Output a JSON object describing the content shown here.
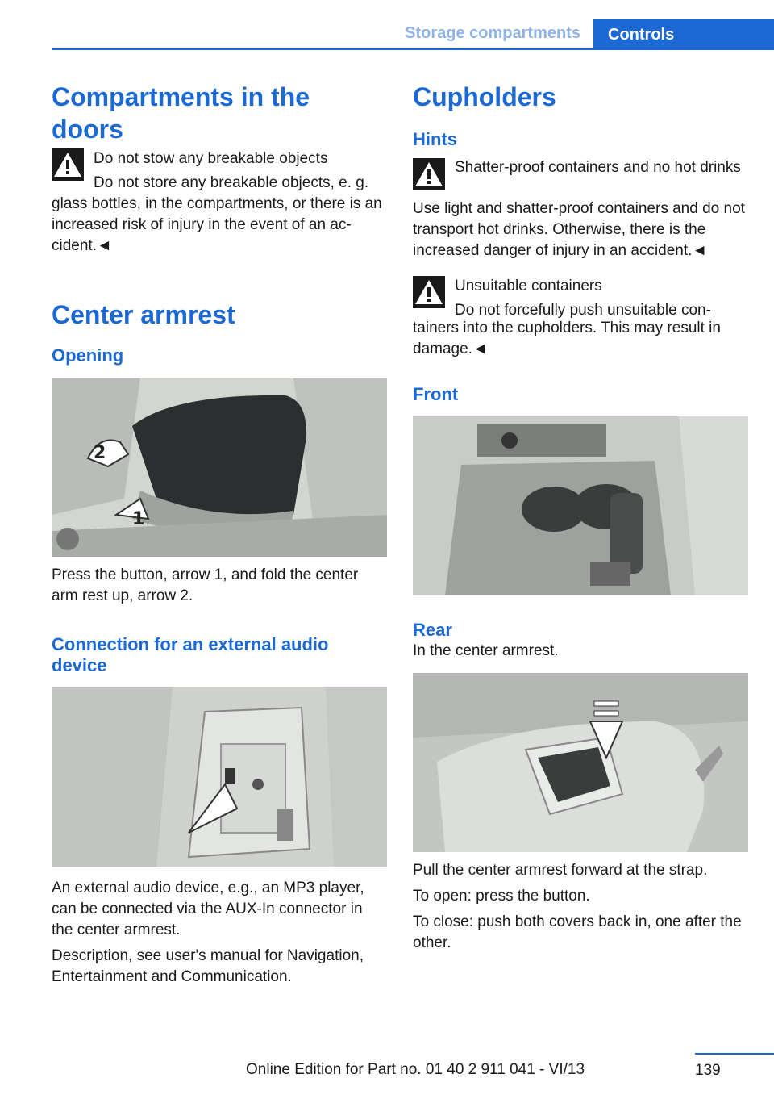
{
  "header": {
    "section": "Storage compartments",
    "tab": "Controls"
  },
  "left": {
    "doors": {
      "title": "Compartments in the doors",
      "warning_title": "Do not stow any breakable objects",
      "warning_text_1": "Do not store any breakable objects, e. g.",
      "warning_text_2": "glass bottles, in the compartments, or there is an increased risk of injury in the event of an ac-cident.◄"
    },
    "armrest": {
      "title": "Center armrest",
      "opening_title": "Opening",
      "opening_text": "Press the button, arrow 1, and fold the center arm rest up, arrow 2.",
      "aux_title": "Connection for an external audio device",
      "aux_text": "An external audio device, e.g., an MP3 player, can be connected via the AUX-In connector in the center armrest.",
      "aux_desc": "Description, see user's manual for Navigation, Entertainment and Communication."
    }
  },
  "right": {
    "title": "Cupholders",
    "hints_title": "Hints",
    "warn1_title": "Shatter-proof containers and no hot drinks",
    "warn1_text": "Use light and shatter-proof containers and do not transport hot drinks. Otherwise, there is the increased danger of injury in an accident.◄",
    "warn2_title": "Unsuitable containers",
    "warn2_text_1": "Do not forcefully push unsuitable con-",
    "warn2_text_2": "tainers into the cupholders. This may result in damage.◄",
    "front_title": "Front",
    "rear_title": "Rear",
    "rear_text": "In the center armrest.",
    "rear_p1": "Pull the center armrest forward at the strap.",
    "rear_p2": "To open: press the button.",
    "rear_p3": "To close: push both covers back in, one after the other."
  },
  "footer": {
    "edition": "Online Edition for Part no. 01 40 2 911 041 - VI/13",
    "page": "139"
  }
}
